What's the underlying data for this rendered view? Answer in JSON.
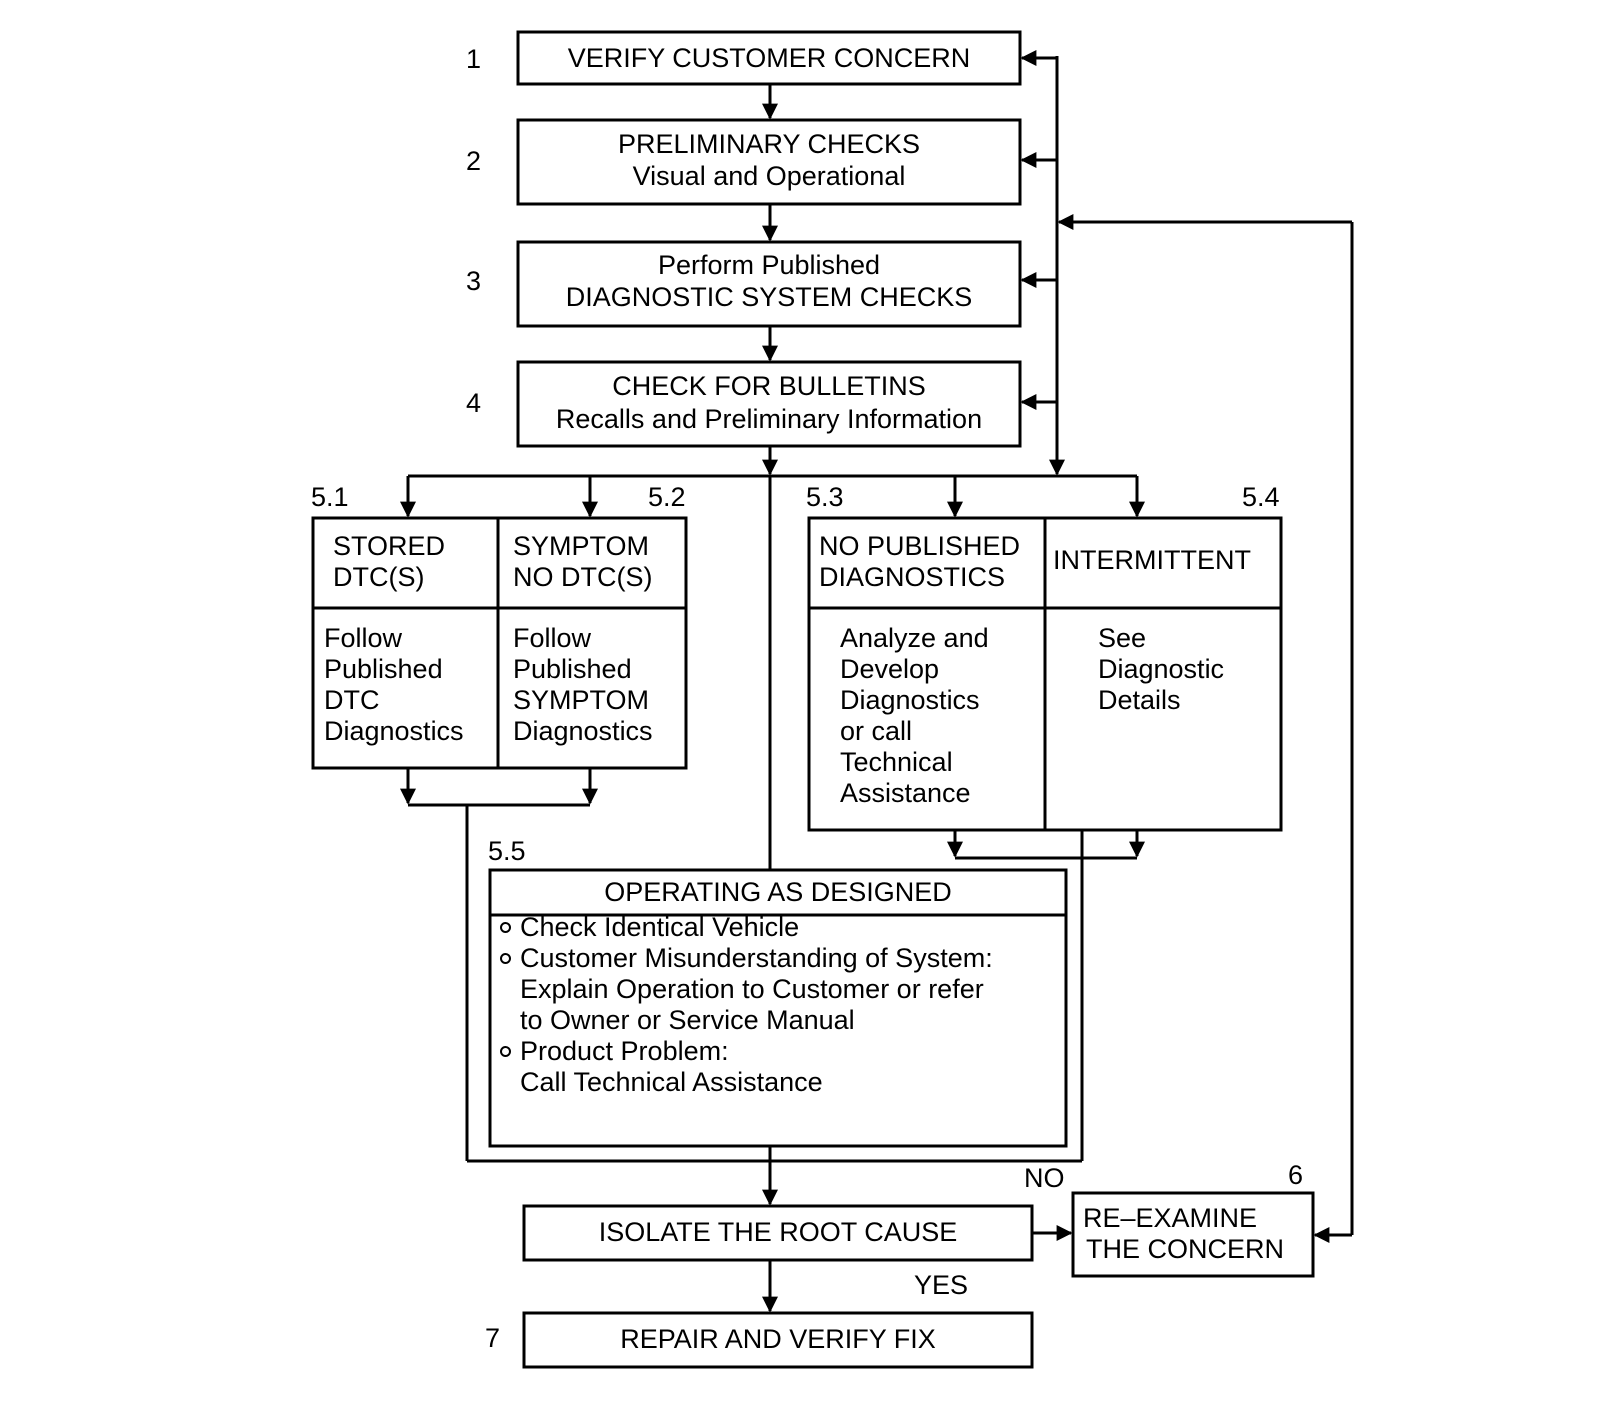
{
  "steps": {
    "s1": {
      "number": "1",
      "line1": "VERIFY CUSTOMER CONCERN"
    },
    "s2": {
      "number": "2",
      "line1": "PRELIMINARY CHECKS",
      "line2": "Visual and Operational"
    },
    "s3": {
      "number": "3",
      "line1": "Perform Published",
      "line2": "DIAGNOSTIC SYSTEM CHECKS"
    },
    "s4": {
      "number": "4",
      "line1": "CHECK FOR BULLETINS",
      "line2": "Recalls and Preliminary Information"
    },
    "s51": {
      "number": "5.1",
      "header": "STORED\nDTC(S)",
      "body": "Follow\nPublished\nDTC\nDiagnostics"
    },
    "s52": {
      "number": "5.2",
      "header": "SYMPTOM\nNO DTC(S)",
      "body": "Follow\nPublished\nSYMPTOM\nDiagnostics"
    },
    "s53": {
      "number": "5.3",
      "header": "NO PUBLISHED\nDIAGNOSTICS",
      "body": "Analyze and\nDevelop\nDiagnostics\nor call\nTechnical\nAssistance"
    },
    "s54": {
      "number": "5.4",
      "header": "INTERMITTENT",
      "body": "See\nDiagnostic\nDetails"
    },
    "s55": {
      "number": "5.5",
      "header": "OPERATING AS DESIGNED",
      "items": [
        "Check Identical Vehicle",
        "Customer Misunderstanding of System:\nExplain Operation to Customer or refer\nto Owner or Service Manual",
        "Product Problem:\nCall Technical Assistance"
      ]
    },
    "isolate": {
      "label": "ISOLATE THE ROOT CAUSE"
    },
    "s6": {
      "number": "6",
      "line1": "RE–EXAMINE",
      "line2": "THE CONCERN"
    },
    "s7": {
      "number": "7",
      "label": "REPAIR AND VERIFY FIX"
    }
  },
  "branches": {
    "no": "NO",
    "yes": "YES"
  }
}
